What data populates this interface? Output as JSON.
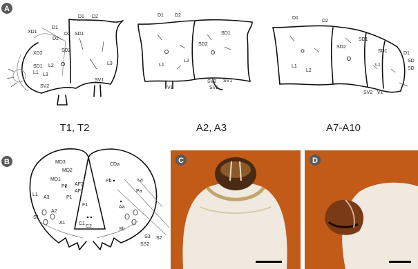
{
  "panels": [
    {
      "key": "A",
      "letter": "A"
    },
    {
      "key": "B",
      "letter": "B"
    },
    {
      "key": "C",
      "letter": "C"
    },
    {
      "key": "D",
      "letter": "D"
    }
  ],
  "captions": {
    "t": "T1, T2",
    "a23": "A2, A3",
    "a710": "A7-A10"
  },
  "labels_A_thorax": [
    "XD1",
    "XD2",
    "D1",
    "D2",
    "SD1",
    "SD2",
    "SD1",
    "L1",
    "L2",
    "L3",
    "L3",
    "SV2",
    "SV1",
    "D1",
    "D2",
    "D2"
  ],
  "labels_A_a23": [
    "D1",
    "D2",
    "SD1",
    "SD2",
    "L1",
    "L2",
    "SV3",
    "SV2",
    "SV1",
    "V1"
  ],
  "labels_A_a710": [
    "D1",
    "D2",
    "SD1",
    "SD2",
    "SD1",
    "L1",
    "L2",
    "L1",
    "D1",
    "SD",
    "SD",
    "SV2",
    "V1"
  ],
  "labels_B": [
    "MD3",
    "MD2",
    "MD1",
    "P2",
    "AF2",
    "AF1",
    "P1",
    "L1",
    "A3",
    "A2",
    "F1",
    "A1",
    "C1",
    "C2",
    "S1",
    "CDa",
    "Pb",
    "La",
    "Pa",
    "Aa",
    "Sb",
    "S3",
    "SS2",
    "S2"
  ],
  "colors": {
    "photo_bg": "#c25a18",
    "body": "#efe9df",
    "scale": "#000000"
  }
}
